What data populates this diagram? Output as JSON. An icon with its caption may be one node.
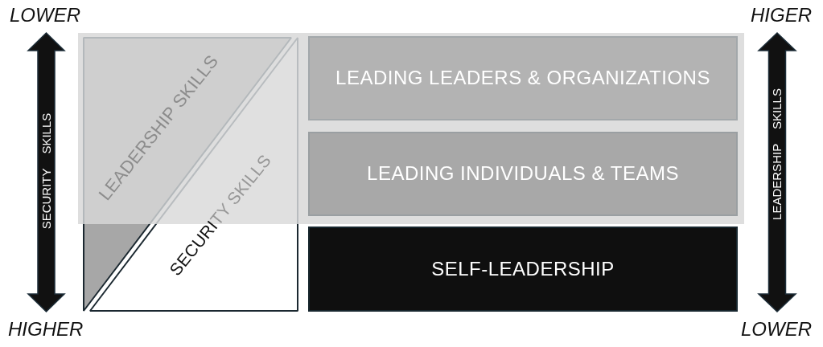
{
  "diagram": {
    "nodes": [
      {
        "text": [
          "LEADERSHIP SKILLS"
        ]
      },
      {
        "text": [
          "SECURITY SKILLS"
        ]
      },
      {
        "text": [
          "LEADING LEADERS & ORGANIZATIONS"
        ]
      },
      {
        "text": [
          "LEADING INDIVIDUALS & TEAMS"
        ]
      },
      {
        "text": [
          "SELF-LEADERSHIP"
        ]
      }
    ],
    "labels": [
      "LOWER",
      "HIGER",
      "SECURITY SKILLS",
      "LEADERSHIP SKILLS",
      "HIGHER",
      "LOWER"
    ]
  }
}
